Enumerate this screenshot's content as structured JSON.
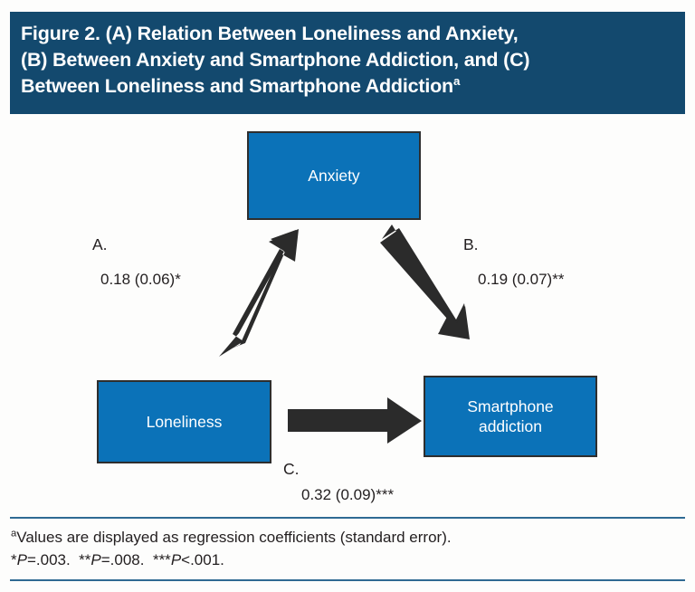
{
  "title": {
    "line1": "Figure 2. (A) Relation Between Loneliness and Anxiety,",
    "line2": "(B) Between Anxiety and Smartphone Addiction, and (C)",
    "line3": "Between Loneliness and Smartphone Addiction",
    "superscript": "a",
    "full": "Figure 2. (A) Relation Between Loneliness and Anxiety, (B) Between Anxiety and Smartphone Addiction, and (C) Between Loneliness and Smartphone Addictiona"
  },
  "nodes": {
    "anxiety": "Anxiety",
    "loneliness": "Loneliness",
    "smartphone_line1": "Smartphone",
    "smartphone_line2": "addiction"
  },
  "paths": {
    "a": {
      "letter": "A.",
      "value": "0.18 (0.06)*"
    },
    "b": {
      "letter": "B.",
      "value": "0.19 (0.07)**"
    },
    "c": {
      "letter": "C.",
      "value": "0.32 (0.09)***"
    }
  },
  "footnote": {
    "marker": "a",
    "line1": "Values are displayed as regression coefficients (standard error).",
    "p1_stars": "*",
    "p1_italic": "P",
    "p1_rest": "=.003.",
    "p2_stars": "**",
    "p2_italic": "P",
    "p2_rest": "=.008.",
    "p3_stars": "***",
    "p3_italic": "P",
    "p3_rest": "<.001."
  },
  "colors": {
    "header_blue": "#13496E",
    "node_blue": "#0B72B8",
    "arrow_dark": "#2B2B2B",
    "rule_blue": "#2F6A93",
    "page_background": "#FDFDFC",
    "text_dark": "#231F20"
  },
  "chart_data": {
    "type": "diagram",
    "title": "Figure 2. (A) Relation Between Loneliness and Anxiety, (B) Between Anxiety and Smartphone Addiction, and (C) Between Loneliness and Smartphone Addiction",
    "nodes": [
      "Loneliness",
      "Anxiety",
      "Smartphone addiction"
    ],
    "edges": [
      {
        "id": "A",
        "from": "Loneliness",
        "to": "Anxiety",
        "coefficient": 0.18,
        "standard_error": 0.06,
        "significance": "*",
        "p_value": 0.003,
        "label": "0.18 (0.06)*"
      },
      {
        "id": "B",
        "from": "Anxiety",
        "to": "Smartphone addiction",
        "coefficient": 0.19,
        "standard_error": 0.07,
        "significance": "**",
        "p_value": 0.008,
        "label": "0.19 (0.07)**"
      },
      {
        "id": "C",
        "from": "Loneliness",
        "to": "Smartphone addiction",
        "coefficient": 0.32,
        "standard_error": 0.09,
        "significance": "***",
        "p_value": 0.001,
        "label": "0.32 (0.09)***"
      }
    ],
    "legend": [
      "*P=.003.",
      "**P=.008.",
      "***P<.001."
    ],
    "note": "Values are displayed as regression coefficients (standard error)."
  }
}
